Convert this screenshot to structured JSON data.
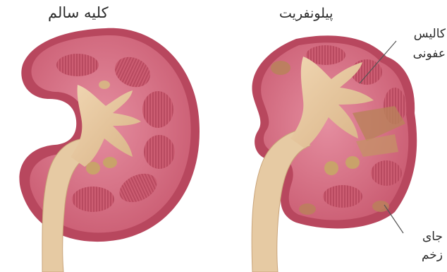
{
  "labels": {
    "healthy_kidney": "کلیه سالم",
    "pyelonephritis": "پیلونفریت",
    "infected_calyx_line1": "کالیس",
    "infected_calyx_line2": "عفونی",
    "scar_line1": "جای",
    "scar_line2": "زخم"
  },
  "colors": {
    "capsule": "#b8475e",
    "cortex": "#d97488",
    "medulla": "#c9586c",
    "pelvis": "#e3c39a",
    "ureter": "#e6caa3",
    "infection_patch": "#b9825a"
  }
}
